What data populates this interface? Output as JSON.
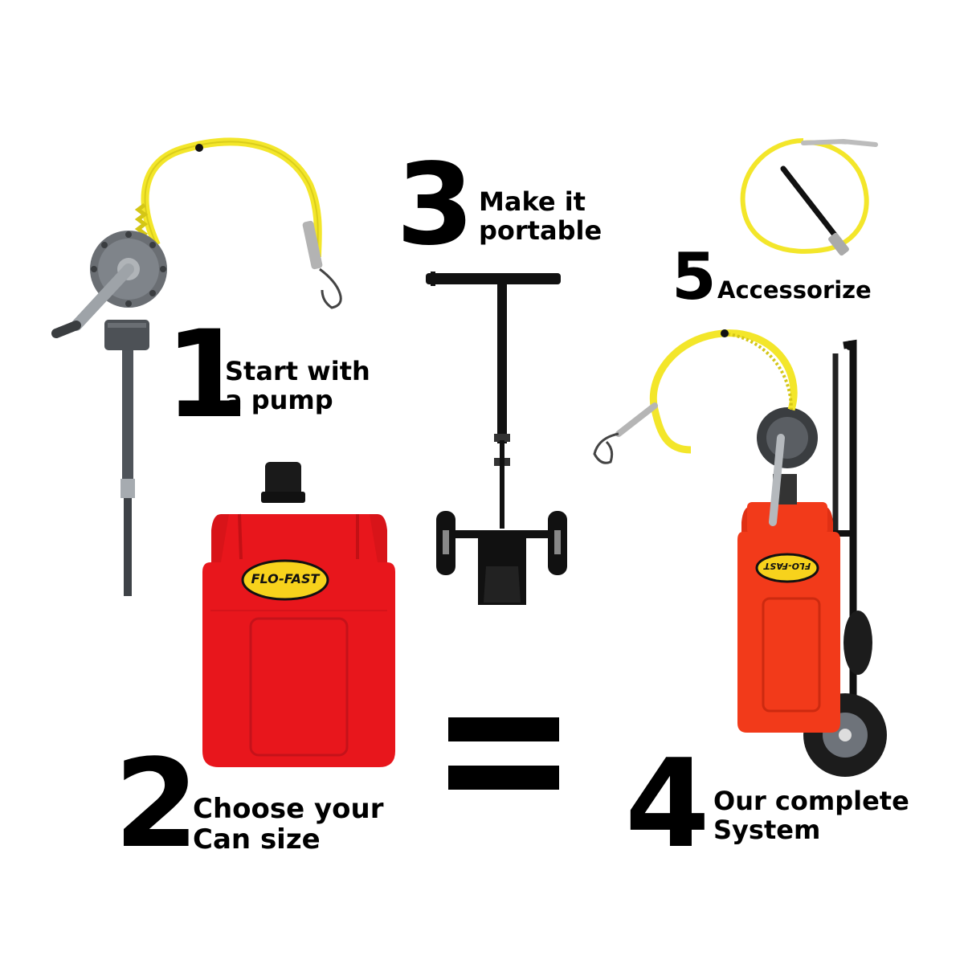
{
  "steps": {
    "one": {
      "number": "1",
      "line1": "Start with",
      "line2": "a pump"
    },
    "two": {
      "number": "2",
      "line1": "Choose your",
      "line2": "Can size"
    },
    "three": {
      "number": "3",
      "line1": "Make it",
      "line2": "portable"
    },
    "four": {
      "number": "4",
      "line1": "Our complete",
      "line2": "System"
    },
    "five": {
      "number": "5",
      "line1": "Accessorize"
    }
  },
  "equals_sign": "=",
  "brand_label": "FLO-FAST",
  "colors": {
    "can_red": "#e8161c",
    "can_orange": "#f23a1a",
    "hose_yellow": "#f3e62a",
    "pump_gray": "#55595f",
    "cart_black": "#111111",
    "label_yellow": "#f7d21c"
  },
  "icons": {
    "pump": "rotary-hand-pump-icon",
    "can": "fuel-can-icon",
    "cart": "dolly-cart-icon",
    "system": "complete-system-icon",
    "accessory": "hose-nozzle-icon"
  }
}
